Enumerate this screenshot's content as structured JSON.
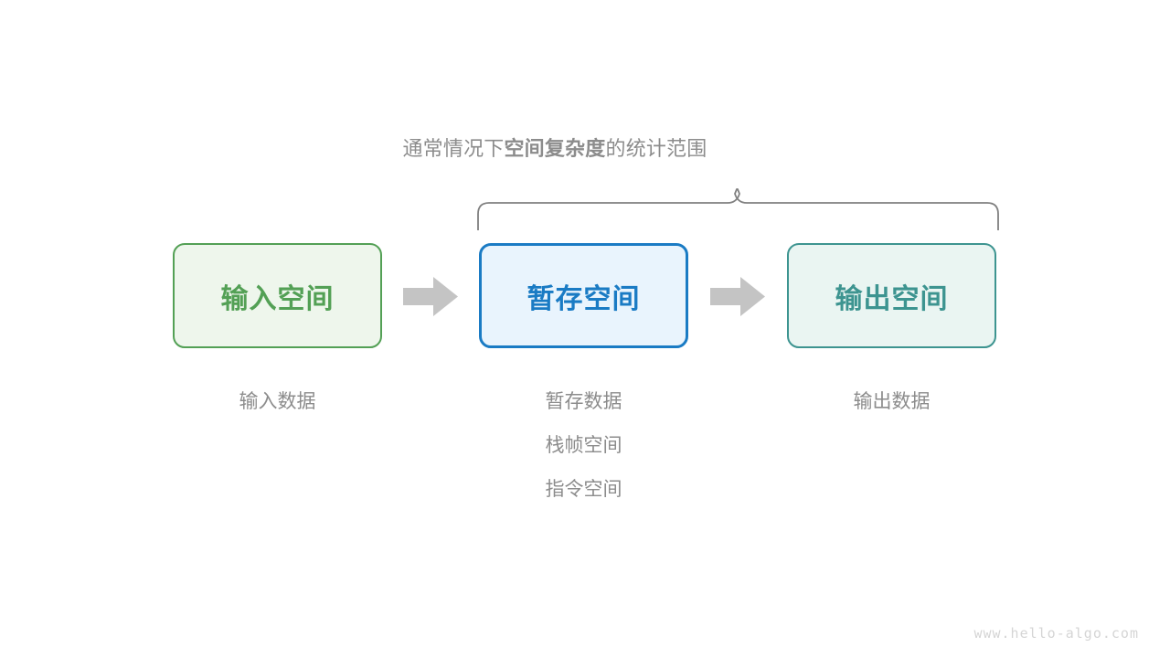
{
  "diagram": {
    "scope_caption": {
      "prefix": "通常情况下",
      "emphasis": "空间复杂度",
      "suffix": "的统计范围"
    },
    "brace": {
      "name": "curly-brace",
      "color": "#808080",
      "spans": [
        "暂存空间",
        "输出空间"
      ]
    },
    "boxes": [
      {
        "id": "input-space",
        "label": "输入空间",
        "fill": "#eef6ec",
        "border": "#53a055",
        "text_color": "#53a055"
      },
      {
        "id": "buffer-space",
        "label": "暂存空间",
        "fill": "#e9f4fd",
        "border": "#1a7bc4",
        "text_color": "#1a7bc4"
      },
      {
        "id": "output-space",
        "label": "输出空间",
        "fill": "#eaf5f2",
        "border": "#3d9490",
        "text_color": "#3d9490"
      }
    ],
    "arrows": [
      {
        "id": "arrow-input-to-buffer",
        "direction": "right",
        "color": "#c4c4c4"
      },
      {
        "id": "arrow-buffer-to-output",
        "direction": "right",
        "color": "#c4c4c4"
      }
    ],
    "columns": [
      {
        "id": "input-column",
        "items": [
          "输入数据"
        ]
      },
      {
        "id": "buffer-column",
        "items": [
          "暂存数据",
          "栈帧空间",
          "指令空间"
        ]
      },
      {
        "id": "output-column",
        "items": [
          "输出数据"
        ]
      }
    ],
    "caption_color": "#8c8c8c",
    "watermark": "www.hello-algo.com"
  }
}
